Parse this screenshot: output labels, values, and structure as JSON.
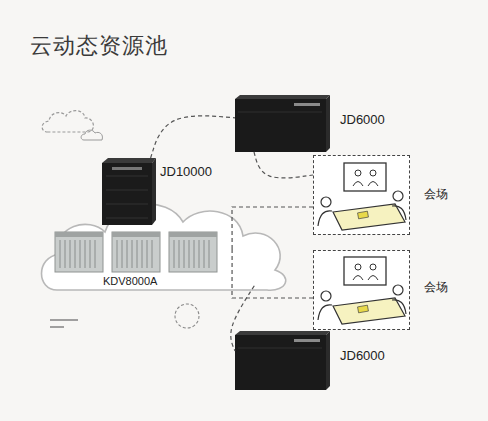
{
  "diagram": {
    "title": "云动态资源池",
    "nodes": [
      {
        "text": [
          "JD6000"
        ]
      },
      {
        "text": [
          "KDV8000A"
        ]
      },
      {
        "text": [
          "JD10000"
        ],
        "in": 1
      },
      {
        "text": [
          "会场"
        ]
      },
      {
        "text": [
          "会场"
        ]
      },
      {
        "text": [
          "JD6000"
        ]
      }
    ],
    "edges": [
      {
        "from": 2,
        "to": 0,
        "arrow": "none"
      },
      {
        "from": 0,
        "to": 3,
        "arrow": "none"
      },
      {
        "from": 1,
        "to": 3,
        "arrow": "none"
      },
      {
        "from": 1,
        "to": 4,
        "arrow": "none"
      },
      {
        "from": 1,
        "to": 5,
        "arrow": "none"
      }
    ]
  }
}
